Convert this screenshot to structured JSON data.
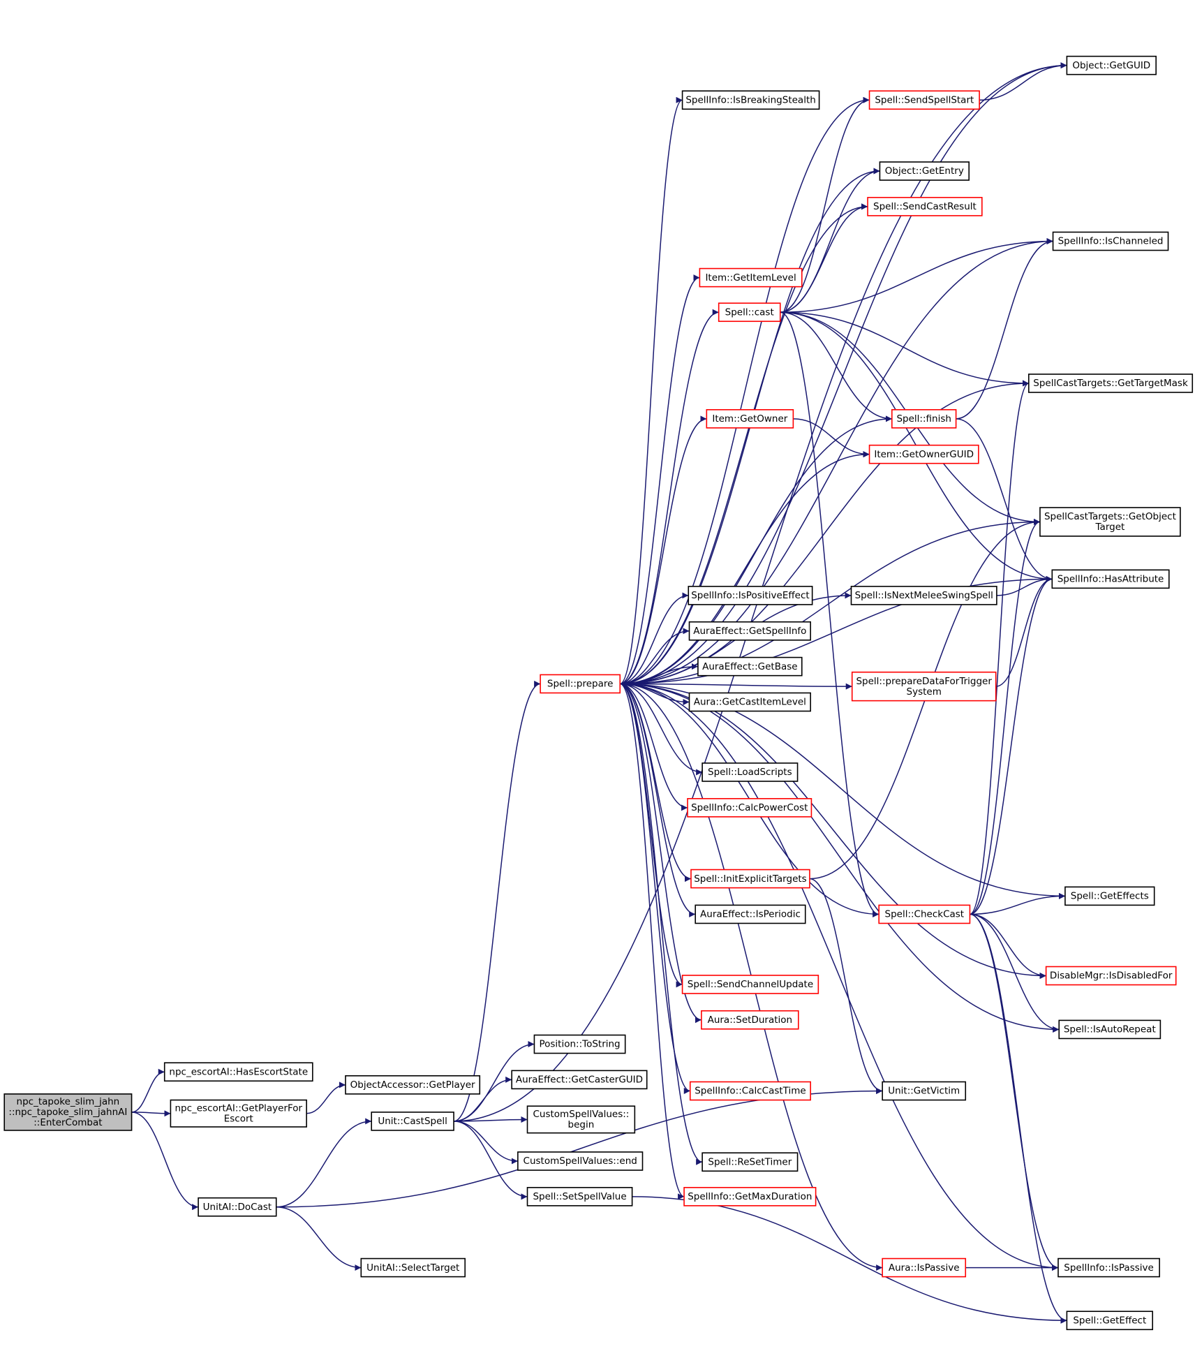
{
  "diagram": {
    "type": "call-graph",
    "colors": {
      "edge": "#191970",
      "normal_border": "#000000",
      "truncated_border": "#ff0000",
      "root_fill": "#bfbfbf",
      "node_fill": "#ffffff"
    },
    "nodes": [
      {
        "id": "root",
        "lines": [
          "npc_tapoke_slim_jahn",
          "::npc_tapoke_slim_jahnAI",
          "::EnterCombat"
        ],
        "style": "root"
      },
      {
        "id": "hasEscortState",
        "lines": [
          "npc_escortAI::HasEscortState"
        ],
        "style": "normal"
      },
      {
        "id": "getPlayerForEscort",
        "lines": [
          "npc_escortAI::GetPlayerFor",
          "Escort"
        ],
        "style": "normal"
      },
      {
        "id": "doCast",
        "lines": [
          "UnitAI::DoCast"
        ],
        "style": "normal"
      },
      {
        "id": "oaGetPlayer",
        "lines": [
          "ObjectAccessor::GetPlayer"
        ],
        "style": "normal"
      },
      {
        "id": "castSpell",
        "lines": [
          "Unit::CastSpell"
        ],
        "style": "normal"
      },
      {
        "id": "selectTarget",
        "lines": [
          "UnitAI::SelectTarget"
        ],
        "style": "normal"
      },
      {
        "id": "posToString",
        "lines": [
          "Position::ToString"
        ],
        "style": "normal"
      },
      {
        "id": "aeGetCasterGUID",
        "lines": [
          "AuraEffect::GetCasterGUID"
        ],
        "style": "normal"
      },
      {
        "id": "csvBegin",
        "lines": [
          "CustomSpellValues::",
          "begin"
        ],
        "style": "normal"
      },
      {
        "id": "csvEnd",
        "lines": [
          "CustomSpellValues::end"
        ],
        "style": "normal"
      },
      {
        "id": "setSpellValue",
        "lines": [
          "Spell::SetSpellValue"
        ],
        "style": "normal"
      },
      {
        "id": "prepare",
        "lines": [
          "Spell::prepare"
        ],
        "style": "truncated"
      },
      {
        "id": "isBreakingStealth",
        "lines": [
          "SpellInfo::IsBreakingStealth"
        ],
        "style": "normal"
      },
      {
        "id": "itemGetItemLevel",
        "lines": [
          "Item::GetItemLevel"
        ],
        "style": "truncated"
      },
      {
        "id": "spellCast",
        "lines": [
          "Spell::cast"
        ],
        "style": "truncated"
      },
      {
        "id": "itemGetOwner",
        "lines": [
          "Item::GetOwner"
        ],
        "style": "truncated"
      },
      {
        "id": "isPositiveEffect",
        "lines": [
          "SpellInfo::IsPositiveEffect"
        ],
        "style": "normal"
      },
      {
        "id": "aeGetSpellInfo",
        "lines": [
          "AuraEffect::GetSpellInfo"
        ],
        "style": "normal"
      },
      {
        "id": "aeGetBase",
        "lines": [
          "AuraEffect::GetBase"
        ],
        "style": "normal"
      },
      {
        "id": "auraGetCastItemLevel",
        "lines": [
          "Aura::GetCastItemLevel"
        ],
        "style": "normal"
      },
      {
        "id": "loadScripts",
        "lines": [
          "Spell::LoadScripts"
        ],
        "style": "normal"
      },
      {
        "id": "calcPowerCost",
        "lines": [
          "SpellInfo::CalcPowerCost"
        ],
        "style": "truncated"
      },
      {
        "id": "initExplicitTargets",
        "lines": [
          "Spell::InitExplicitTargets"
        ],
        "style": "truncated"
      },
      {
        "id": "aeIsPeriodic",
        "lines": [
          "AuraEffect::IsPeriodic"
        ],
        "style": "normal"
      },
      {
        "id": "sendChannelUpdate",
        "lines": [
          "Spell::SendChannelUpdate"
        ],
        "style": "truncated"
      },
      {
        "id": "auraSetDuration",
        "lines": [
          "Aura::SetDuration"
        ],
        "style": "truncated"
      },
      {
        "id": "calcCastTime",
        "lines": [
          "SpellInfo::CalcCastTime"
        ],
        "style": "truncated"
      },
      {
        "id": "reSetTimer",
        "lines": [
          "Spell::ReSetTimer"
        ],
        "style": "normal"
      },
      {
        "id": "getMaxDuration",
        "lines": [
          "SpellInfo::GetMaxDuration"
        ],
        "style": "truncated"
      },
      {
        "id": "sendSpellStart",
        "lines": [
          "Spell::SendSpellStart"
        ],
        "style": "truncated"
      },
      {
        "id": "objGetEntry",
        "lines": [
          "Object::GetEntry"
        ],
        "style": "normal"
      },
      {
        "id": "sendCastResult",
        "lines": [
          "Spell::SendCastResult"
        ],
        "style": "truncated"
      },
      {
        "id": "spellFinish",
        "lines": [
          "Spell::finish"
        ],
        "style": "truncated"
      },
      {
        "id": "itemGetOwnerGUID",
        "lines": [
          "Item::GetOwnerGUID"
        ],
        "style": "truncated"
      },
      {
        "id": "isNextMeleeSwingSpell",
        "lines": [
          "Spell::IsNextMeleeSwingSpell"
        ],
        "style": "normal"
      },
      {
        "id": "prepareDataForTriggerSystem",
        "lines": [
          "Spell::prepareDataForTrigger",
          "System"
        ],
        "style": "truncated"
      },
      {
        "id": "checkCast",
        "lines": [
          "Spell::CheckCast"
        ],
        "style": "truncated"
      },
      {
        "id": "getVictim",
        "lines": [
          "Unit::GetVictim"
        ],
        "style": "normal"
      },
      {
        "id": "auraIsPassive",
        "lines": [
          "Aura::IsPassive"
        ],
        "style": "truncated"
      },
      {
        "id": "objGetGUID",
        "lines": [
          "Object::GetGUID"
        ],
        "style": "normal"
      },
      {
        "id": "isChanneled",
        "lines": [
          "SpellInfo::IsChanneled"
        ],
        "style": "normal"
      },
      {
        "id": "getTargetMask",
        "lines": [
          "SpellCastTargets::GetTargetMask"
        ],
        "style": "normal"
      },
      {
        "id": "getObjectTarget",
        "lines": [
          "SpellCastTargets::GetObject",
          "Target"
        ],
        "style": "normal"
      },
      {
        "id": "hasAttribute",
        "lines": [
          "SpellInfo::HasAttribute"
        ],
        "style": "normal"
      },
      {
        "id": "getEffects",
        "lines": [
          "Spell::GetEffects"
        ],
        "style": "normal"
      },
      {
        "id": "isDisabledFor",
        "lines": [
          "DisableMgr::IsDisabledFor"
        ],
        "style": "truncated"
      },
      {
        "id": "isAutoRepeat",
        "lines": [
          "Spell::IsAutoRepeat"
        ],
        "style": "normal"
      },
      {
        "id": "siIsPassive",
        "lines": [
          "SpellInfo::IsPassive"
        ],
        "style": "normal"
      },
      {
        "id": "getEffect",
        "lines": [
          "Spell::GetEffect"
        ],
        "style": "normal"
      }
    ],
    "edges": [
      [
        "root",
        "hasEscortState"
      ],
      [
        "root",
        "getPlayerForEscort"
      ],
      [
        "root",
        "doCast"
      ],
      [
        "getPlayerForEscort",
        "oaGetPlayer"
      ],
      [
        "doCast",
        "castSpell"
      ],
      [
        "doCast",
        "selectTarget"
      ],
      [
        "doCast",
        "getVictim"
      ],
      [
        "castSpell",
        "objGetGUID"
      ],
      [
        "castSpell",
        "posToString"
      ],
      [
        "castSpell",
        "aeGetCasterGUID"
      ],
      [
        "castSpell",
        "csvBegin"
      ],
      [
        "castSpell",
        "csvEnd"
      ],
      [
        "castSpell",
        "setSpellValue"
      ],
      [
        "castSpell",
        "prepare"
      ],
      [
        "setSpellValue",
        "getEffect"
      ],
      [
        "prepare",
        "objGetGUID"
      ],
      [
        "prepare",
        "isBreakingStealth"
      ],
      [
        "prepare",
        "sendSpellStart"
      ],
      [
        "prepare",
        "isChanneled"
      ],
      [
        "prepare",
        "objGetEntry"
      ],
      [
        "prepare",
        "sendCastResult"
      ],
      [
        "prepare",
        "itemGetItemLevel"
      ],
      [
        "prepare",
        "spellCast"
      ],
      [
        "prepare",
        "getTargetMask"
      ],
      [
        "prepare",
        "spellFinish"
      ],
      [
        "prepare",
        "itemGetOwner"
      ],
      [
        "prepare",
        "itemGetOwnerGUID"
      ],
      [
        "prepare",
        "getObjectTarget"
      ],
      [
        "prepare",
        "hasAttribute"
      ],
      [
        "prepare",
        "isNextMeleeSwingSpell"
      ],
      [
        "prepare",
        "isPositiveEffect"
      ],
      [
        "prepare",
        "aeGetSpellInfo"
      ],
      [
        "prepare",
        "aeGetBase"
      ],
      [
        "prepare",
        "auraGetCastItemLevel"
      ],
      [
        "prepare",
        "prepareDataForTriggerSystem"
      ],
      [
        "prepare",
        "loadScripts"
      ],
      [
        "prepare",
        "calcPowerCost"
      ],
      [
        "prepare",
        "getEffects"
      ],
      [
        "prepare",
        "initExplicitTargets"
      ],
      [
        "prepare",
        "aeIsPeriodic"
      ],
      [
        "prepare",
        "checkCast"
      ],
      [
        "prepare",
        "sendChannelUpdate"
      ],
      [
        "prepare",
        "isDisabledFor"
      ],
      [
        "prepare",
        "auraSetDuration"
      ],
      [
        "prepare",
        "calcCastTime"
      ],
      [
        "prepare",
        "isAutoRepeat"
      ],
      [
        "prepare",
        "reSetTimer"
      ],
      [
        "prepare",
        "getMaxDuration"
      ],
      [
        "prepare",
        "auraIsPassive"
      ],
      [
        "prepare",
        "siIsPassive"
      ],
      [
        "sendSpellStart",
        "objGetGUID"
      ],
      [
        "spellCast",
        "sendSpellStart"
      ],
      [
        "spellCast",
        "objGetEntry"
      ],
      [
        "spellCast",
        "sendCastResult"
      ],
      [
        "spellCast",
        "isChanneled"
      ],
      [
        "spellCast",
        "getTargetMask"
      ],
      [
        "spellCast",
        "spellFinish"
      ],
      [
        "spellCast",
        "getObjectTarget"
      ],
      [
        "spellCast",
        "hasAttribute"
      ],
      [
        "spellCast",
        "checkCast"
      ],
      [
        "spellFinish",
        "isChanneled"
      ],
      [
        "spellFinish",
        "hasAttribute"
      ],
      [
        "itemGetOwner",
        "itemGetOwnerGUID"
      ],
      [
        "isNextMeleeSwingSpell",
        "hasAttribute"
      ],
      [
        "prepareDataForTriggerSystem",
        "hasAttribute"
      ],
      [
        "initExplicitTargets",
        "getObjectTarget"
      ],
      [
        "initExplicitTargets",
        "getVictim"
      ],
      [
        "checkCast",
        "getTargetMask"
      ],
      [
        "checkCast",
        "getObjectTarget"
      ],
      [
        "checkCast",
        "hasAttribute"
      ],
      [
        "checkCast",
        "getEffects"
      ],
      [
        "checkCast",
        "isDisabledFor"
      ],
      [
        "checkCast",
        "isAutoRepeat"
      ],
      [
        "checkCast",
        "siIsPassive"
      ],
      [
        "checkCast",
        "getEffect"
      ],
      [
        "auraIsPassive",
        "siIsPassive"
      ]
    ]
  }
}
